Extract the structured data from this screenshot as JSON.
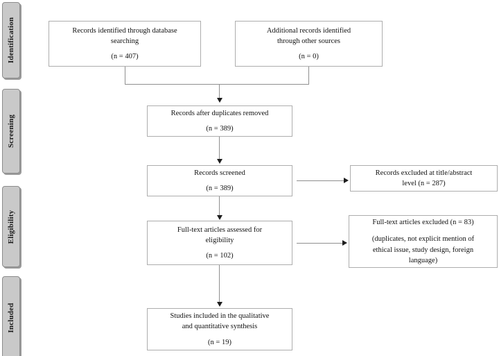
{
  "diagram": {
    "title": "PRISMA flow diagram",
    "type": "flowchart",
    "colors": {
      "box_border": "#adadad",
      "box_background": "#ffffff",
      "tab_background": "#c9c9c9",
      "tab_border": "#8d8d8d",
      "connector": "#8f8f8f",
      "arrow": "#1d1d1d",
      "text": "#111111",
      "page_background": "#ffffff"
    }
  },
  "stages": [
    {
      "id": "identification",
      "label": "Identification"
    },
    {
      "id": "screening",
      "label": "Screening"
    },
    {
      "id": "eligibility",
      "label": "Eligibility"
    },
    {
      "id": "included",
      "label": "Included"
    }
  ],
  "boxes": {
    "database_search": {
      "line1": "Records identified through database",
      "line2": "searching",
      "count": "(n = 407)"
    },
    "other_sources": {
      "line1": "Additional records identified",
      "line2": "through other sources",
      "count": "(n = 0)"
    },
    "duplicates_removed": {
      "line1": "Records after duplicates removed",
      "count": "(n = 389)"
    },
    "records_screened": {
      "line1": "Records screened",
      "count": "(n = 389)"
    },
    "records_excluded": {
      "line1": "Records excluded at title/abstract",
      "line2": "level (n = 287)"
    },
    "fulltext_assessed": {
      "line1": "Full-text articles assessed for",
      "line2": "eligibility",
      "count": "(n = 102)"
    },
    "fulltext_excluded": {
      "line1": "Full-text articles excluded (n = 83)",
      "line2": "(duplicates, not explicit mention of",
      "line3": "ethical issue, study design, foreign",
      "line4": "language)"
    },
    "studies_included": {
      "line1": "Studies included in the qualitative",
      "line2": "and quantitative synthesis",
      "count": "(n = 19)"
    }
  }
}
